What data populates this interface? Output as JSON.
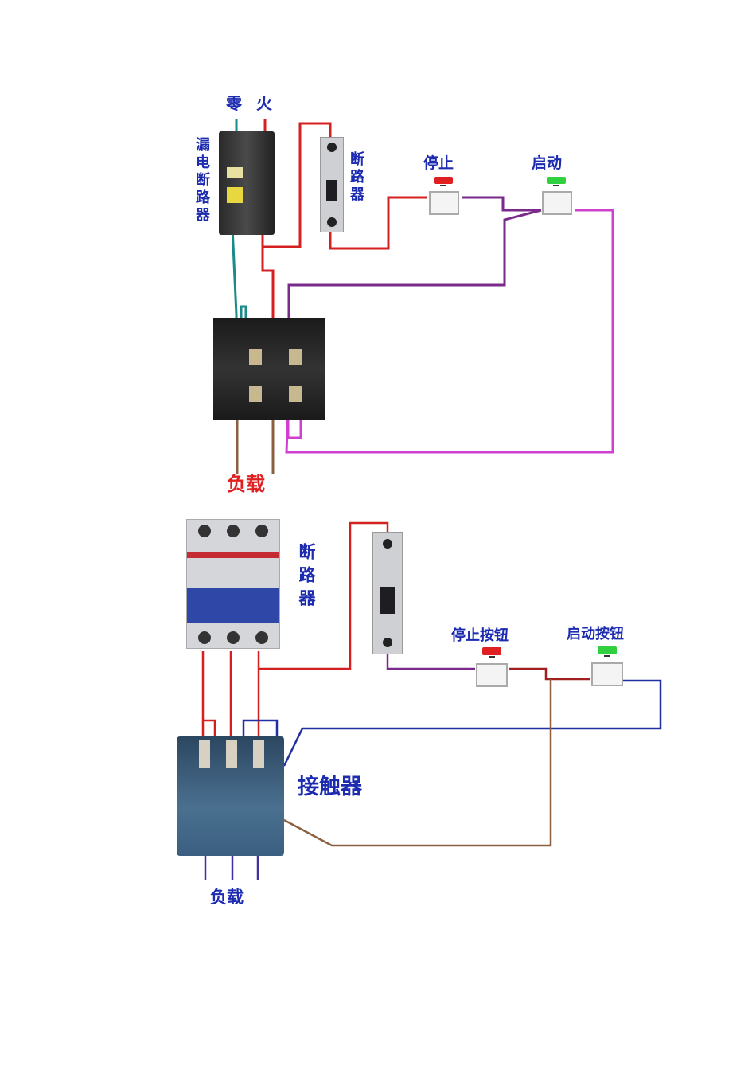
{
  "top_diagram": {
    "neutral_label": "零",
    "live_label": "火",
    "rcd_label": "漏电断路器",
    "breaker_label": "断路器",
    "stop_label": "停止",
    "start_label": "启动",
    "load_label": "负载"
  },
  "bottom_diagram": {
    "breaker_label": "断路器",
    "stop_label": "停止按钮",
    "start_label": "启动按钮",
    "contactor_label": "接触器",
    "load_label": "负载"
  },
  "colors": {
    "label_blue": "#1c2bb0",
    "wire_red": "#d42020",
    "wire_teal": "#1a8a8a",
    "wire_purple": "#7a2a8a",
    "wire_magenta": "#d040d0",
    "wire_blue": "#2030a0",
    "wire_brown": "#8a6040",
    "stop_button": "#e02020",
    "start_button": "#30d040"
  }
}
